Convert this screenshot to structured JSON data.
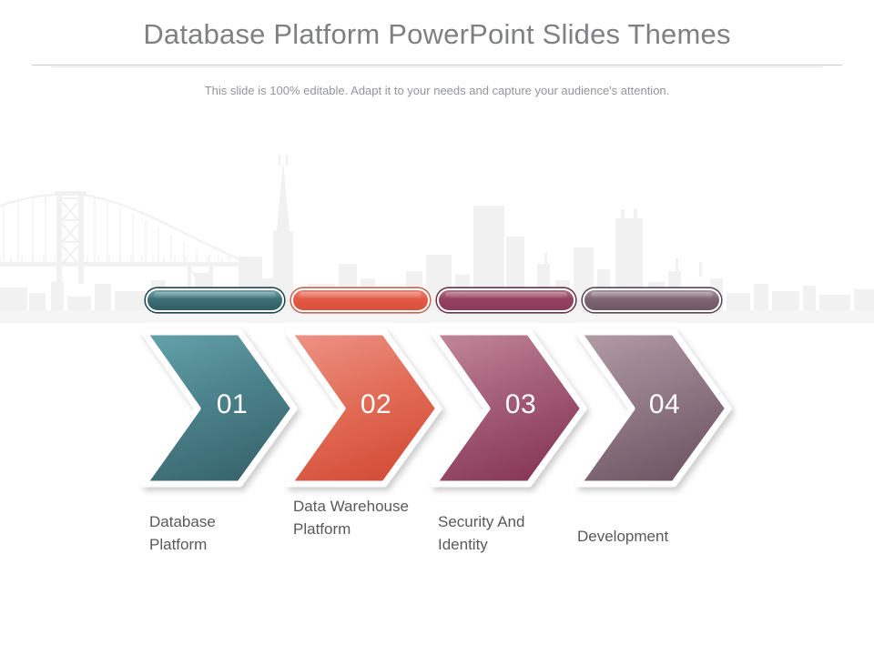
{
  "header": {
    "title": "Database Platform PowerPoint Slides Themes",
    "subtitle": "This slide is 100% editable. Adapt it to your needs and capture your audience's attention."
  },
  "background": {
    "scene": "city-skyline-silhouette",
    "landmark": "suspension-bridge",
    "color": "#f1f1f2"
  },
  "steps": [
    {
      "number": "01",
      "label": "Database Platform",
      "color_light": "#5b9aa4",
      "color_dark": "#3a6870",
      "pill_color": "#3f6f78"
    },
    {
      "number": "02",
      "label": "Data Warehouse Platform",
      "color_light": "#e98c7e",
      "color_dark": "#d6503b",
      "pill_color": "#e25a47"
    },
    {
      "number": "03",
      "label": "Security And Identity",
      "color_light": "#bb7d90",
      "color_dark": "#8b3c58",
      "pill_color": "#94415f"
    },
    {
      "number": "04",
      "label": "Development",
      "color_light": "#aa949d",
      "color_dark": "#735a68",
      "pill_color": "#7d6472"
    }
  ]
}
